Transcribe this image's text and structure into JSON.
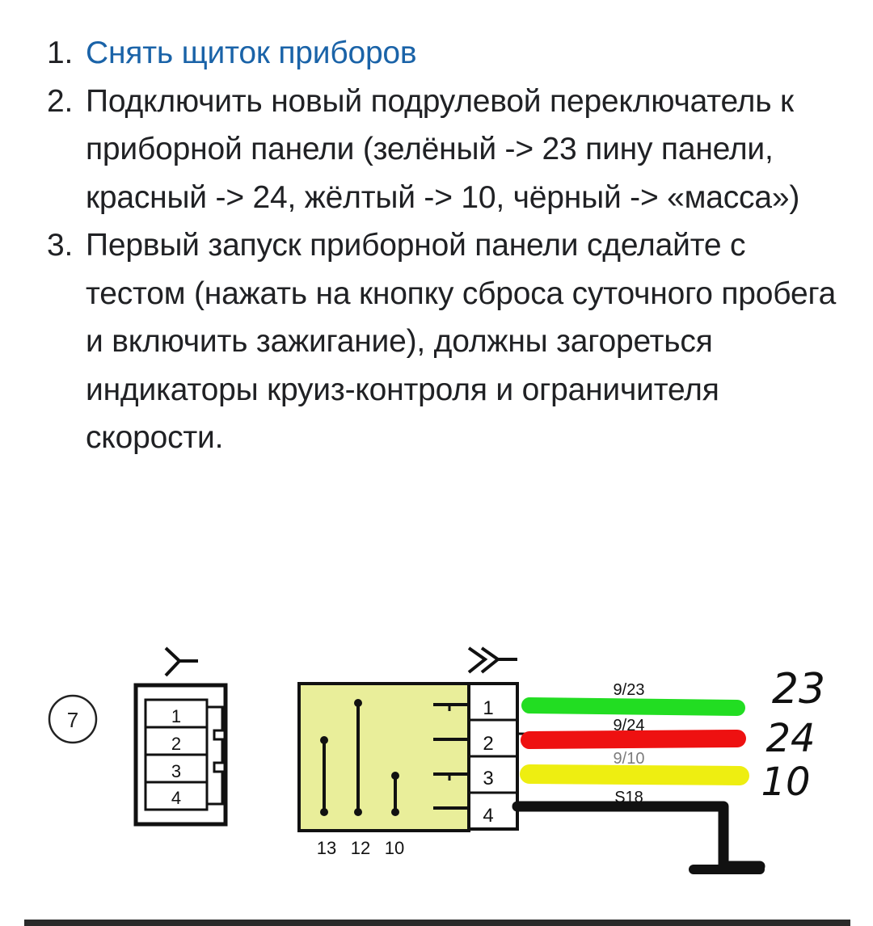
{
  "steps": [
    {
      "number": "1.",
      "text": "Снять щиток приборов",
      "is_link": true
    },
    {
      "number": "2.",
      "text": "Подключить новый подрулевой переключатель к приборной панели (зелёный -> 23 пину панели, красный -> 24, жёлтый -> 10, чёрный -> «масса»)",
      "is_link": false
    },
    {
      "number": "3.",
      "text": "Первый запуск приборной панели сделайте с тестом (нажать на кнопку сброса суточного пробега и включить зажигание), должны загореться индикаторы круиз-контроля и ограничителя скорости.",
      "is_link": false
    }
  ],
  "diagram": {
    "component_number": "7",
    "left_connector_pins": [
      "1",
      "2",
      "3",
      "4"
    ],
    "switch_pins": [
      "1",
      "2",
      "3",
      "4"
    ],
    "contact_labels": [
      "13",
      "12",
      "10"
    ],
    "wire_labels": [
      "9/23",
      "9/24",
      "9/10",
      "S18"
    ],
    "wire_colors": [
      "#22dd22",
      "#ee1111",
      "#eeee11",
      "#111111"
    ],
    "handwritten_pins": [
      "23",
      "24",
      "10"
    ]
  }
}
